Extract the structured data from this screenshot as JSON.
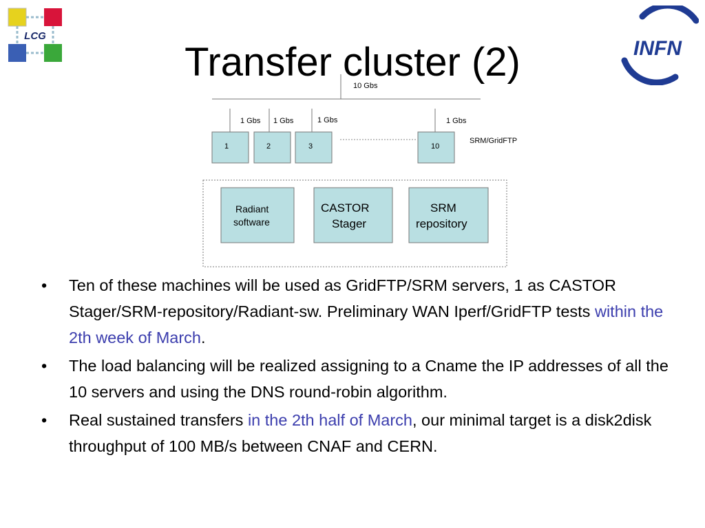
{
  "slide": {
    "title": "Transfer cluster (2)"
  },
  "logos": {
    "left": {
      "text": "LCG",
      "colors": [
        "#e6d21e",
        "#d8143a",
        "#3a5fb4",
        "#3aa83a"
      ]
    },
    "right": {
      "text": "INFN",
      "colors": [
        "#1f3b93"
      ]
    }
  },
  "diagram": {
    "backbone_label": "10 Gbs",
    "link_labels": [
      "1 Gbs",
      "1 Gbs",
      "1 Gbs",
      "1 Gbs"
    ],
    "nodes": [
      "1",
      "2",
      "3",
      "10"
    ],
    "node_group_label": "SRM/GridFTP",
    "services": [
      {
        "line1": "Radiant",
        "line2": "software"
      },
      {
        "line1": "CASTOR",
        "line2": "Stager"
      },
      {
        "line1": "SRM",
        "line2": "repository"
      }
    ],
    "box_fill": "#b9dfe2"
  },
  "bullets": [
    {
      "text_before": "Ten of these machines will be used as GridFTP/SRM servers, 1 as CASTOR Stager/SRM-repository/Radiant-sw. Preliminary WAN Iperf/GridFTP tests ",
      "highlight": "within the 2th week of March",
      "text_after": "."
    },
    {
      "text_before": "The load balancing will be realized assigning to a Cname the IP addresses  of all the 10 servers and using the DNS round-robin algorithm.",
      "highlight": "",
      "text_after": ""
    },
    {
      "text_before": "Real sustained transfers ",
      "highlight": "in the 2th half of March",
      "text_after": ", our minimal target is a disk2disk throughput of 100 MB/s between CNAF and CERN."
    }
  ],
  "highlight_color": "#3b3dad"
}
